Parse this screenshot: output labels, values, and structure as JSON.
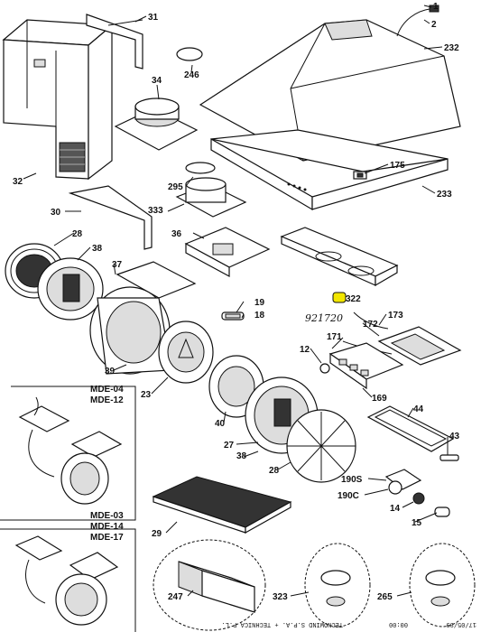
{
  "parts": {
    "p1": "1",
    "p2": "2",
    "p232": "232",
    "p31": "31",
    "p246": "246",
    "p34": "34",
    "p32": "32",
    "p175": "175",
    "p295": "295",
    "p233": "233",
    "p30": "30",
    "p333": "333",
    "p36": "36",
    "p28a": "28",
    "p38a": "38",
    "p37": "37",
    "p322": "322",
    "p19": "19",
    "p18": "18",
    "p173": "173",
    "p172": "172",
    "p171": "171",
    "p12": "12",
    "p39": "39",
    "p23": "23",
    "p169": "169",
    "p40": "40",
    "p44": "44",
    "p27": "27",
    "p43": "43",
    "p38b": "38",
    "p28b": "28",
    "p190s": "190S",
    "p190c": "190C",
    "p14": "14",
    "p15": "15",
    "p29": "29",
    "p247": "247",
    "p323": "323",
    "p265": "265"
  },
  "handwritten_note": "921720",
  "inset_top": {
    "title1": "MDE-04",
    "title2": "MDE-12"
  },
  "inset_bottom": {
    "title1": "MDE-03",
    "title2": "MDE-14",
    "title3": "MDE-17"
  },
  "footer": {
    "left": "TECNOWIND S.P.A. + TECHNICA P.L.",
    "mid": "00:00",
    "right": "17/05/99"
  },
  "highlight_color": "#f2e600"
}
